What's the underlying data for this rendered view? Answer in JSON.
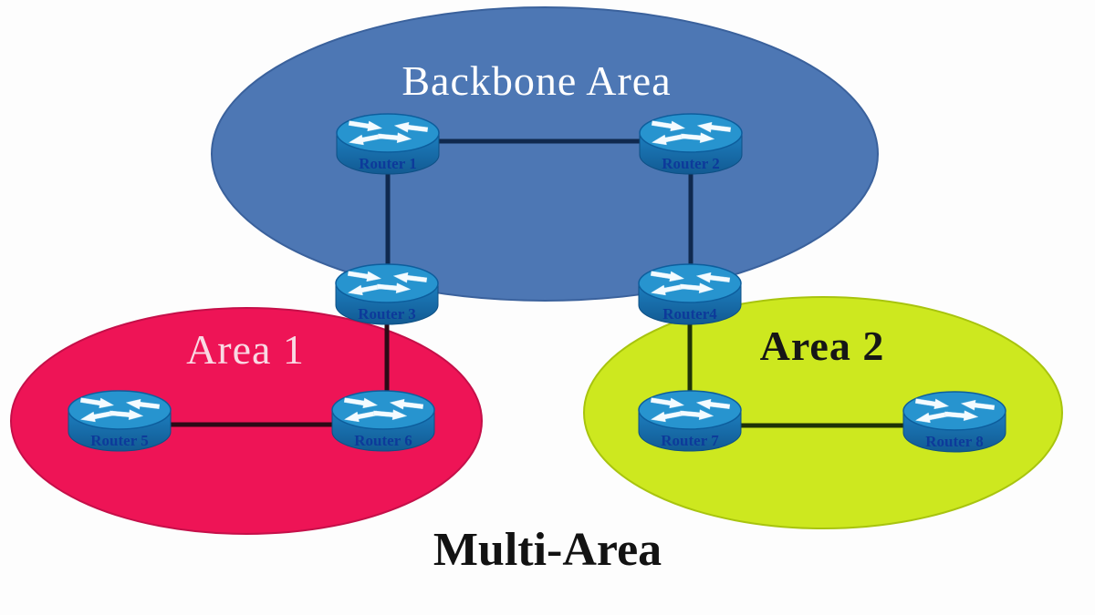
{
  "diagram_title": "Multi-Area",
  "areas": [
    {
      "name": "backbone-area",
      "label": "Backbone Area",
      "fill": "#4d77b4",
      "label_color": "#ffffff"
    },
    {
      "name": "area-1",
      "label": "Area 1",
      "fill": "#ee1456",
      "label_color": "#f9d9e3"
    },
    {
      "name": "area-2",
      "label": "Area 2",
      "fill": "#cde81f",
      "label_color": "#161616"
    }
  ],
  "routers": [
    {
      "label": "Router 1",
      "area": "Backbone Area"
    },
    {
      "label": "Router 2",
      "area": "Backbone Area"
    },
    {
      "label": "Router 3",
      "area": "Backbone Area"
    },
    {
      "label": "Router4",
      "area": "Backbone Area"
    },
    {
      "label": "Router 5",
      "area": "Area 1"
    },
    {
      "label": "Router 6",
      "area": "Area 1"
    },
    {
      "label": "Router 7",
      "area": "Area 2"
    },
    {
      "label": "Router 8",
      "area": "Area 2"
    }
  ],
  "links": [
    {
      "from": "Router 1",
      "to": "Router 2"
    },
    {
      "from": "Router 1",
      "to": "Router 3"
    },
    {
      "from": "Router 2",
      "to": "Router4"
    },
    {
      "from": "Router 3",
      "to": "Router 6"
    },
    {
      "from": "Router4",
      "to": "Router 7"
    },
    {
      "from": "Router 5",
      "to": "Router 6"
    },
    {
      "from": "Router 7",
      "to": "Router 8"
    }
  ],
  "colors": {
    "background": "#ffffff",
    "backbone_fill": "#4d77b4",
    "area1_fill": "#ee1456",
    "area2_fill": "#cde81f",
    "router_top": "#2794cf",
    "router_body": "#1d7fc0",
    "router_label": "#0d3a9a",
    "link_backbone": "#10294e",
    "link_area1": "#2c0a16",
    "link_area2": "#1e3306"
  }
}
